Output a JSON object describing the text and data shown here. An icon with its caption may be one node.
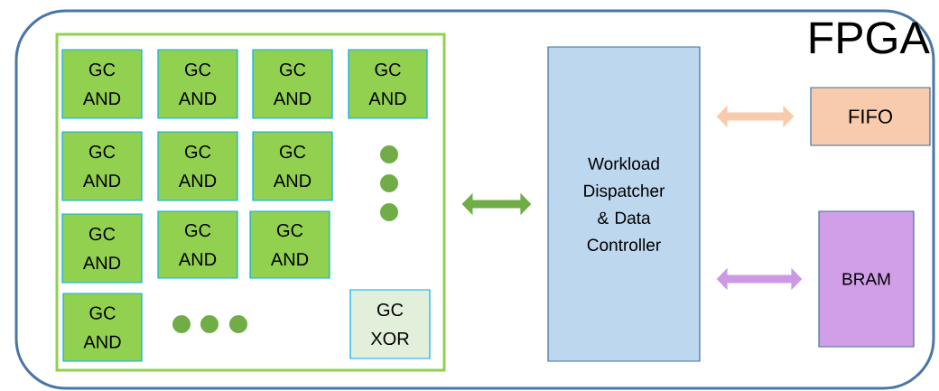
{
  "diagram": {
    "nodes": [
      {
        "text": [
          "FPGA"
        ]
      },
      {
        "text": [],
        "shape": "box",
        "in": 0
      },
      {
        "text": [
          "GC AND"
        ],
        "in": 1
      },
      {
        "text": [
          "GC AND"
        ],
        "in": 1
      },
      {
        "text": [
          "GC AND"
        ],
        "in": 1
      },
      {
        "text": [
          "GC AND"
        ],
        "in": 1
      },
      {
        "text": [
          "GC AND"
        ],
        "in": 1
      },
      {
        "text": [
          "GC AND"
        ],
        "in": 1
      },
      {
        "text": [
          "GC AND"
        ],
        "in": 1
      },
      {
        "text": [
          "GC AND"
        ],
        "in": 1
      },
      {
        "text": [
          "GC AND"
        ],
        "in": 1
      },
      {
        "text": [
          "GC AND"
        ],
        "in": 1
      },
      {
        "text": [
          "GC AND"
        ],
        "in": 1
      },
      {
        "text": [
          "GC XOR"
        ],
        "in": 1
      },
      {
        "text": [
          "Workload Dispatcher & Data Controller"
        ],
        "in": 0
      },
      {
        "text": [
          "FIFO"
        ],
        "in": 0
      },
      {
        "text": [
          "BRAM"
        ],
        "in": 0
      }
    ],
    "edges": [
      {
        "from": 1,
        "to": 14,
        "arrow": "both",
        "color": "#70ad47"
      },
      {
        "from": 14,
        "to": 15,
        "arrow": "both",
        "color": "#f8cbad"
      },
      {
        "from": 14,
        "to": 16,
        "arrow": "both",
        "color": "#cc99e6"
      }
    ]
  }
}
